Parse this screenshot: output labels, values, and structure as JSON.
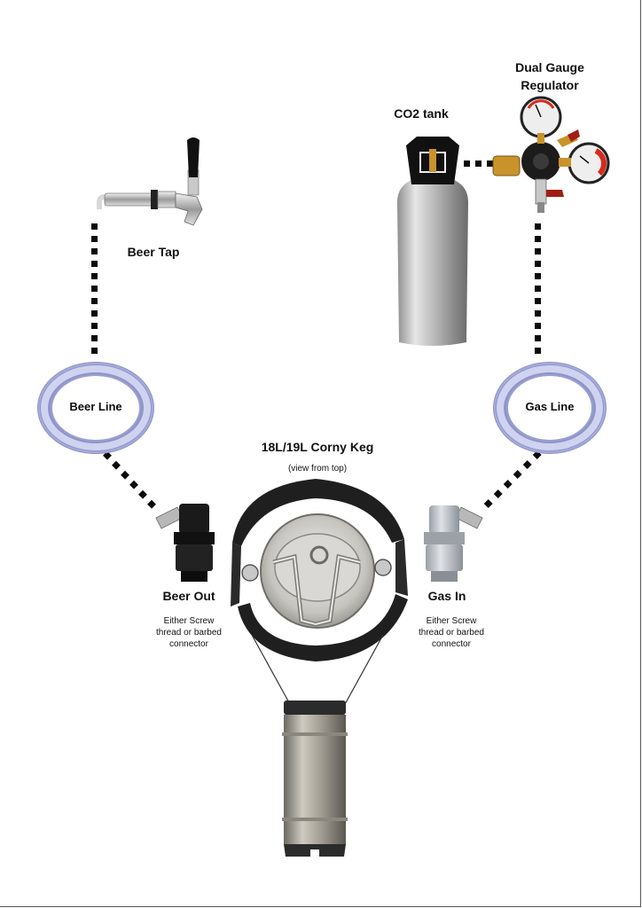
{
  "diagram": {
    "labels": {
      "regulator_line1": "Dual Gauge",
      "regulator_line2": "Regulator",
      "co2_tank": "CO2 tank",
      "beer_tap": "Beer Tap",
      "beer_line": "Beer Line",
      "gas_line": "Gas Line",
      "keg_title": "18L/19L Corny Keg",
      "keg_subtitle": "(view from top)",
      "beer_out": "Beer Out",
      "beer_out_note_1": "Either Screw",
      "beer_out_note_2": "thread or barbed",
      "beer_out_note_3": "connector",
      "gas_in": "Gas In",
      "gas_in_note_1": "Either Screw",
      "gas_in_note_2": "thread or barbed",
      "gas_in_note_3": "connector"
    },
    "colors": {
      "connector_dots": "#0a0a0a",
      "tubing": "#b7bde6",
      "tank_aluminium": "#c9c9c9",
      "beer_out_connector": "#1a1a1a",
      "gas_in_connector": "#b8bcc2",
      "gauge_red": "#d62a1e",
      "brass": "#c8932a"
    },
    "icons": [
      "beer-tap-icon",
      "co2-tank-icon",
      "regulator-icon",
      "beer-line-coil-icon",
      "gas-line-coil-icon",
      "beer-out-connector-icon",
      "gas-in-connector-icon",
      "keg-top-icon",
      "keg-body-icon"
    ]
  }
}
